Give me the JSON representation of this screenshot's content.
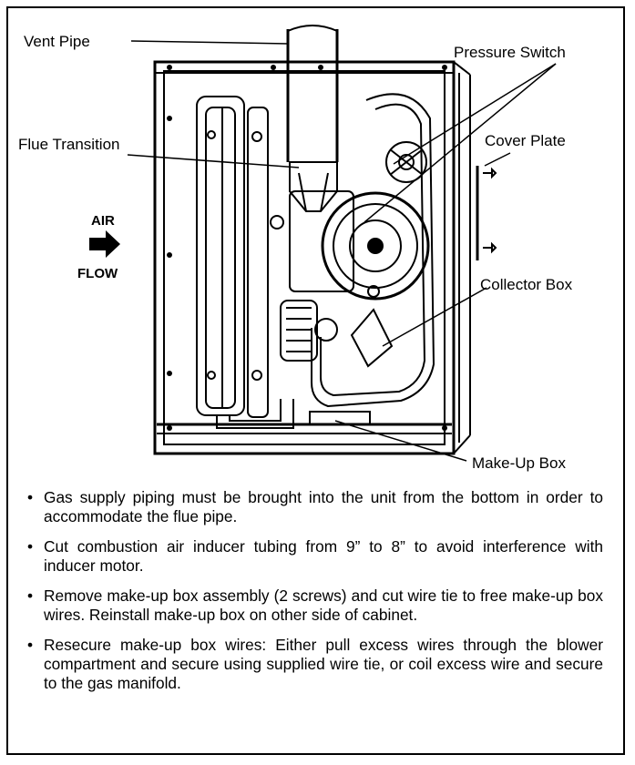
{
  "diagram": {
    "labels": {
      "vent_pipe": "Vent Pipe",
      "pressure_switch": "Pressure Switch",
      "flue_transition": "Flue Transition",
      "cover_plate": "Cover Plate",
      "air": "AIR",
      "flow": "FLOW",
      "collector_box": "Collector Box",
      "make_up_box": "Make-Up Box"
    }
  },
  "notes": [
    "Gas supply piping must be brought into the unit from the bottom in order to accommodate the flue pipe.",
    "Cut combustion air inducer tubing from 9” to 8” to avoid interference with inducer motor.",
    "Remove make-up box assembly (2 screws) and cut wire tie to free make-up box wires. Reinstall make-up box on other side of cabinet.",
    "Resecure make-up box wires: Either pull excess wires through the blower compartment and secure using supplied wire tie, or coil excess wire and secure to the gas manifold."
  ]
}
